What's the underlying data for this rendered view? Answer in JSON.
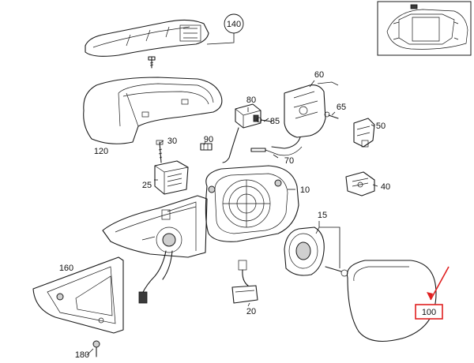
{
  "part_labels": {
    "p10": "10",
    "p15": "15",
    "p20": "20",
    "p25": "25",
    "p30": "30",
    "p40": "40",
    "p50": "50",
    "p60": "60",
    "p65": "65",
    "p70": "70",
    "p80": "80",
    "p85": "85",
    "p90": "90",
    "p100": "100",
    "p120": "120",
    "p140": "140",
    "p160": "160",
    "p180": "180"
  },
  "highlight": {
    "color": "#e02020",
    "part": "100"
  }
}
